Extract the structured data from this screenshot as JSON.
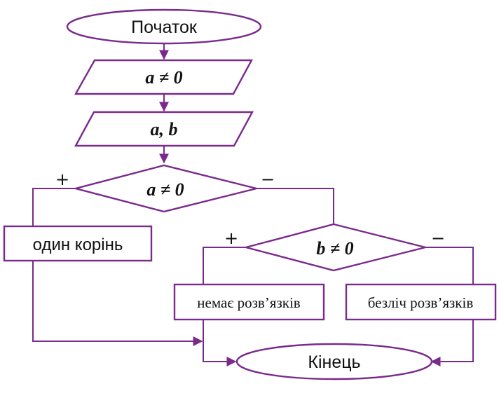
{
  "diagram": {
    "accent_color": "#7a2a8c",
    "start": {
      "label": "Початок"
    },
    "input_condition": {
      "label": "a ≠ 0"
    },
    "input_values": {
      "label": "a, b"
    },
    "decision_a": {
      "label": "a ≠ 0",
      "yes": "+",
      "no": "−"
    },
    "one_root": {
      "label": "один корінь"
    },
    "decision_b": {
      "label": "b ≠ 0",
      "yes": "+",
      "no": "−"
    },
    "no_solutions": {
      "label": "немає розв’язків"
    },
    "infinite_solutions": {
      "label": "безліч розв’язків"
    },
    "end": {
      "label": "Кінець"
    }
  }
}
